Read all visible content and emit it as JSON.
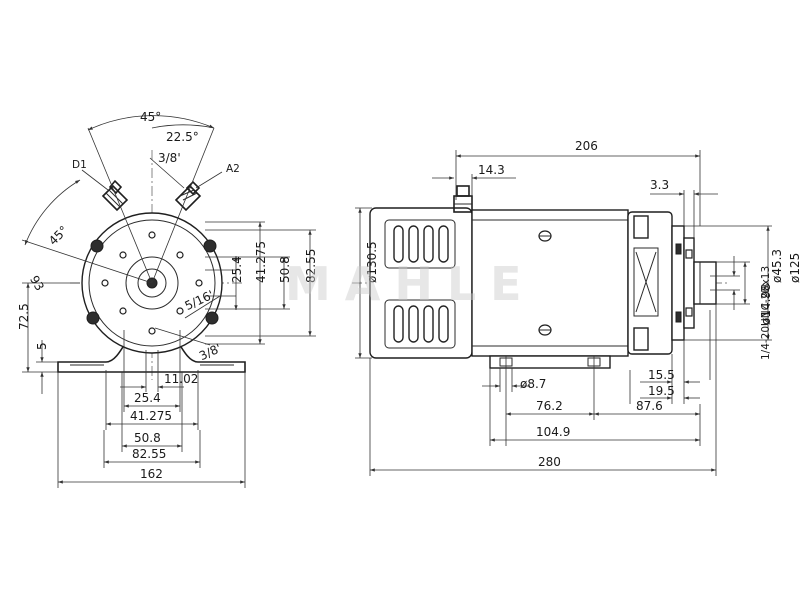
{
  "front_view": {
    "angle_top": "45°",
    "angle_half": "22.5°",
    "thread_a2": "3/8'",
    "label_d1": "D1",
    "label_a2": "A2",
    "angle_left": "45°",
    "radius_93": "93",
    "dim_72_5": "72.5",
    "dim_5": "5",
    "dim_25_4_v": "25.4",
    "dim_41_275_v": "41.275",
    "dim_50_8_v": "50.8",
    "dim_82_55_v": "82.55",
    "thread_5_16": "5/16'",
    "thread_3_8_bottom": "3/8'",
    "dim_11_02": "11.02",
    "dim_25_4_h": "25.4",
    "dim_41_275_h": "41.275",
    "dim_50_8_h": "50.8",
    "dim_82_55_h": "82.55",
    "dim_162": "162"
  },
  "side_view": {
    "dim_206": "206",
    "dim_14_3": "14.3",
    "dim_3_3": "3.3",
    "dia_130_5": "ø130.5",
    "dia_45_3": "ø45.3",
    "dia_125": "ø125",
    "dia_14_98": "ø14.98",
    "thread_spec": "1/4-20UNC-2Bx13",
    "dim_15_5": "15.5",
    "dim_19_5": "19.5",
    "dia_8_7": "ø8.7",
    "dim_76_2": "76.2",
    "dim_87_6": "87.6",
    "dim_104_9": "104.9",
    "dim_280": "280"
  },
  "watermark": "MAHLE"
}
